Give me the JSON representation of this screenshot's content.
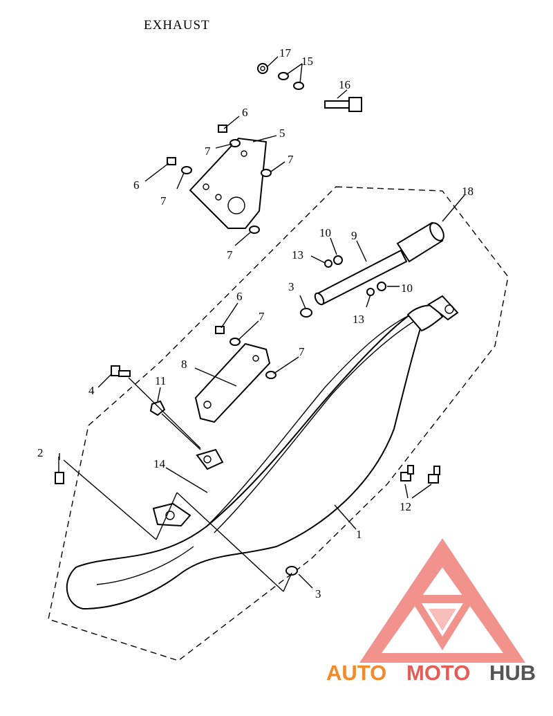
{
  "title": "EXHAUST",
  "callouts": {
    "c1": "1",
    "c2": "2",
    "c3a": "3",
    "c3b": "3",
    "c4": "4",
    "c5": "5",
    "c6a": "6",
    "c6b": "6",
    "c6c": "6",
    "c7a": "7",
    "c7b": "7",
    "c7c": "7",
    "c7d": "7",
    "c7e": "7",
    "c7f": "7",
    "c8": "8",
    "c9": "9",
    "c10a": "10",
    "c10b": "10",
    "c11": "11",
    "c12": "12",
    "c13a": "13",
    "c13b": "13",
    "c14": "14",
    "c15": "15",
    "c16": "16",
    "c17": "17",
    "c18": "18"
  },
  "watermark": {
    "part1": "AUTO",
    "part2": "MOTO",
    "part3": "HUB",
    "color_primary": "#f08a2a",
    "color_secondary": "#e85a55",
    "color_tertiary": "#555555",
    "logo_color": "#ef7f7a"
  }
}
